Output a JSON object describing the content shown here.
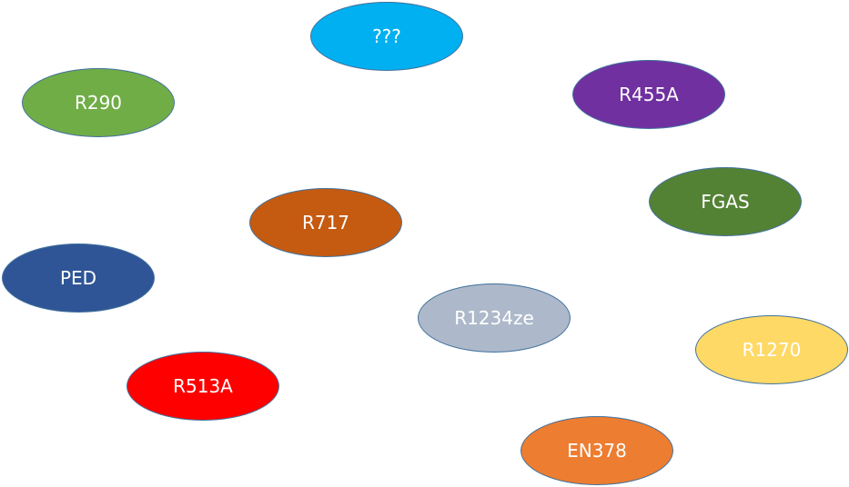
{
  "bubbles": [
    {
      "label": "???",
      "color": "#00b0f0"
    },
    {
      "label": "R290",
      "color": "#70ad47"
    },
    {
      "label": "R455A",
      "color": "#7030a0"
    },
    {
      "label": "FGAS",
      "color": "#548235"
    },
    {
      "label": "R717",
      "color": "#c55a11"
    },
    {
      "label": "PED",
      "color": "#2f5597"
    },
    {
      "label": "R1234ze",
      "color": "#adb9ca"
    },
    {
      "label": "R1270",
      "color": "#ffd966"
    },
    {
      "label": "R513A",
      "color": "#ff0000"
    },
    {
      "label": "EN378",
      "color": "#ed7d31"
    }
  ]
}
